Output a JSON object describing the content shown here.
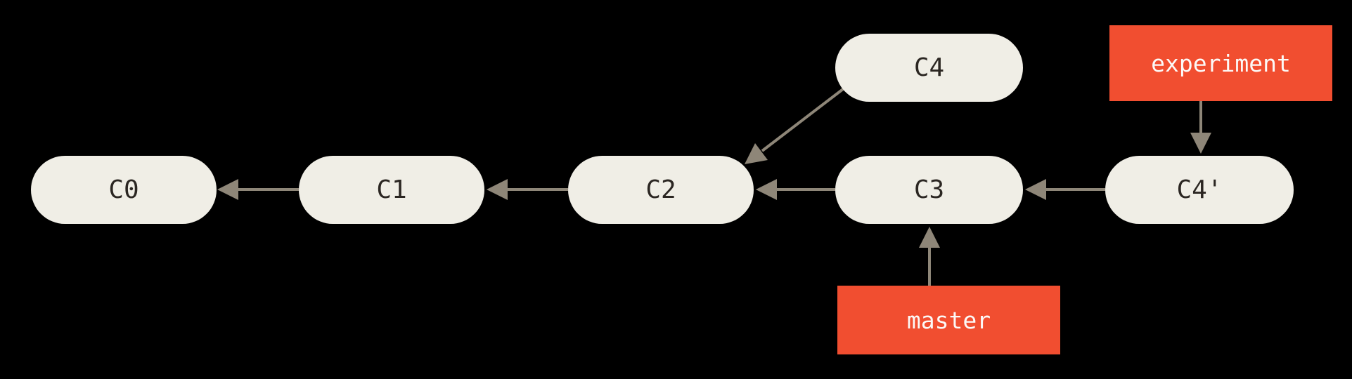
{
  "diagram": {
    "type": "git-commit-graph",
    "colors": {
      "background": "#000000",
      "node_fill": "#F0EEE6",
      "node_text": "#2B2622",
      "branch_fill": "#F14E30",
      "branch_text": "#FCF9F7",
      "arrow": "#8E8678"
    },
    "commits": [
      {
        "id": "C0",
        "label": "C0"
      },
      {
        "id": "C1",
        "label": "C1"
      },
      {
        "id": "C2",
        "label": "C2"
      },
      {
        "id": "C3",
        "label": "C3"
      },
      {
        "id": "C4",
        "label": "C4"
      },
      {
        "id": "C4p",
        "label": "C4'"
      }
    ],
    "branches": [
      {
        "id": "experiment",
        "label": "experiment",
        "points_to": "C4'"
      },
      {
        "id": "master",
        "label": "master",
        "points_to": "C3"
      }
    ],
    "edges": [
      {
        "from": "C1",
        "to": "C0"
      },
      {
        "from": "C2",
        "to": "C1"
      },
      {
        "from": "C3",
        "to": "C2"
      },
      {
        "from": "C4",
        "to": "C2"
      },
      {
        "from": "C4'",
        "to": "C3"
      },
      {
        "from": "experiment",
        "to": "C4'"
      },
      {
        "from": "master",
        "to": "C3"
      }
    ]
  }
}
